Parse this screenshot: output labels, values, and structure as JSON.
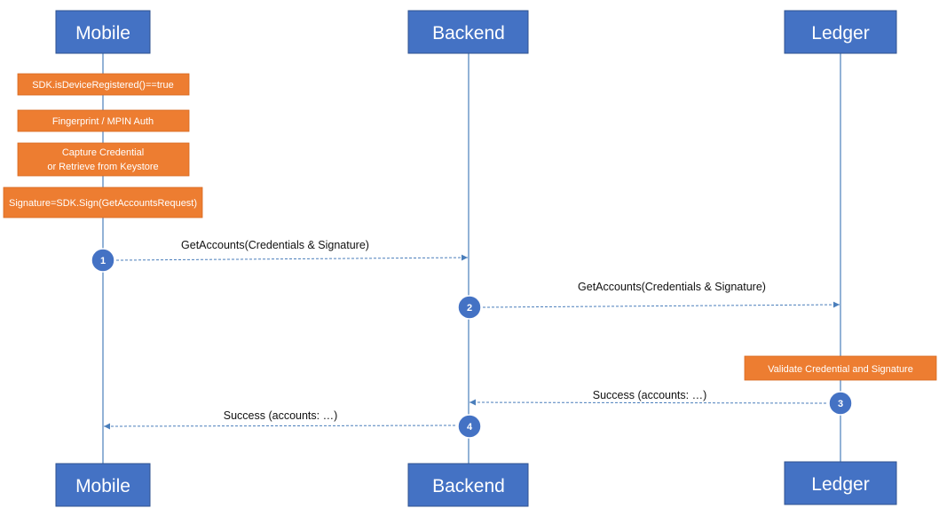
{
  "actors": {
    "mobile": "Mobile",
    "backend": "Backend",
    "ledger": "Ledger"
  },
  "actions": {
    "is_registered": "SDK.isDeviceRegistered()==true",
    "auth": "Fingerprint / MPIN Auth",
    "capture_line1": "Capture Credential",
    "capture_line2": "or Retrieve from Keystore",
    "sign": "Signature=SDK.Sign(GetAccountsRequest)",
    "validate": "Validate Credential and Signature"
  },
  "messages": [
    {
      "step": "1",
      "label": "GetAccounts(Credentials & Signature)"
    },
    {
      "step": "2",
      "label": "GetAccounts(Credentials & Signature)"
    },
    {
      "step": "3",
      "label": "Success (accounts: …)"
    },
    {
      "step": "4",
      "label": "Success (accounts: …)"
    }
  ],
  "colors": {
    "actor_fill": "#4472c4",
    "action_fill": "#ed7d31",
    "line": "#4a7ebb"
  }
}
